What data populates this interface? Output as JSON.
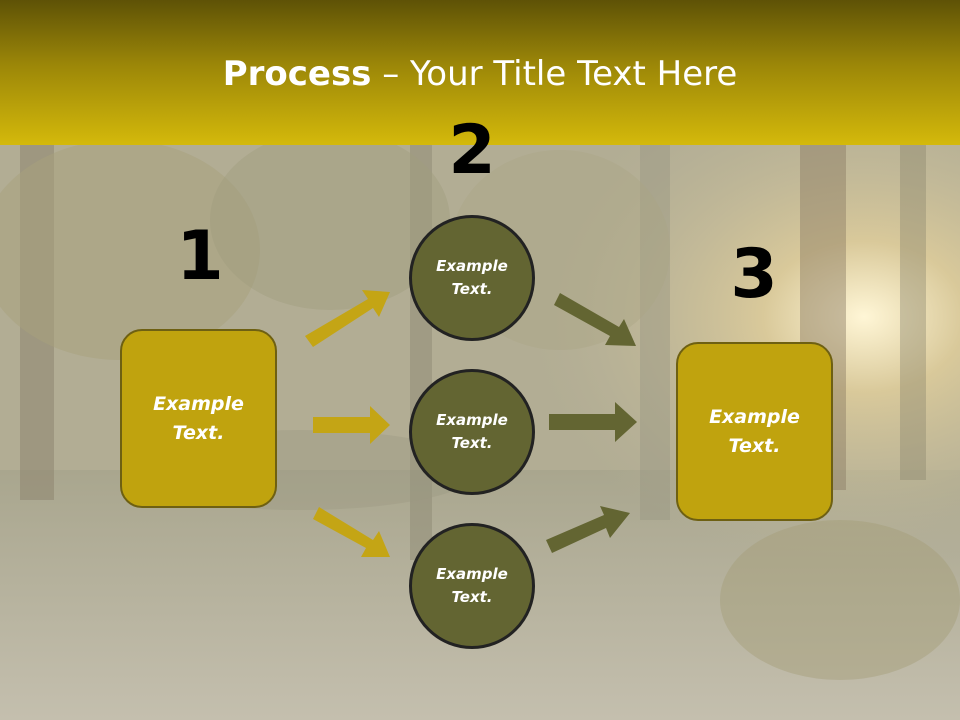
{
  "title": {
    "bold": "Process",
    "rest": " – Your Title Text Here"
  },
  "steps": {
    "step1": {
      "number": "1",
      "line1": "Example",
      "line2": "Text."
    },
    "step2": {
      "number": "2",
      "circles": [
        {
          "line1": "Example",
          "line2": "Text."
        },
        {
          "line1": "Example",
          "line2": "Text."
        },
        {
          "line1": "Example",
          "line2": "Text."
        }
      ]
    },
    "step3": {
      "number": "3",
      "line1": "Example",
      "line2": "Text."
    }
  },
  "colors": {
    "title_band": "#d4b90b",
    "box_fill": "#c0a30e",
    "circle_fill": "#636532",
    "arrow_yellow": "#c4a515",
    "arrow_olive": "#636532"
  },
  "background": "forest-sunlight-photo"
}
